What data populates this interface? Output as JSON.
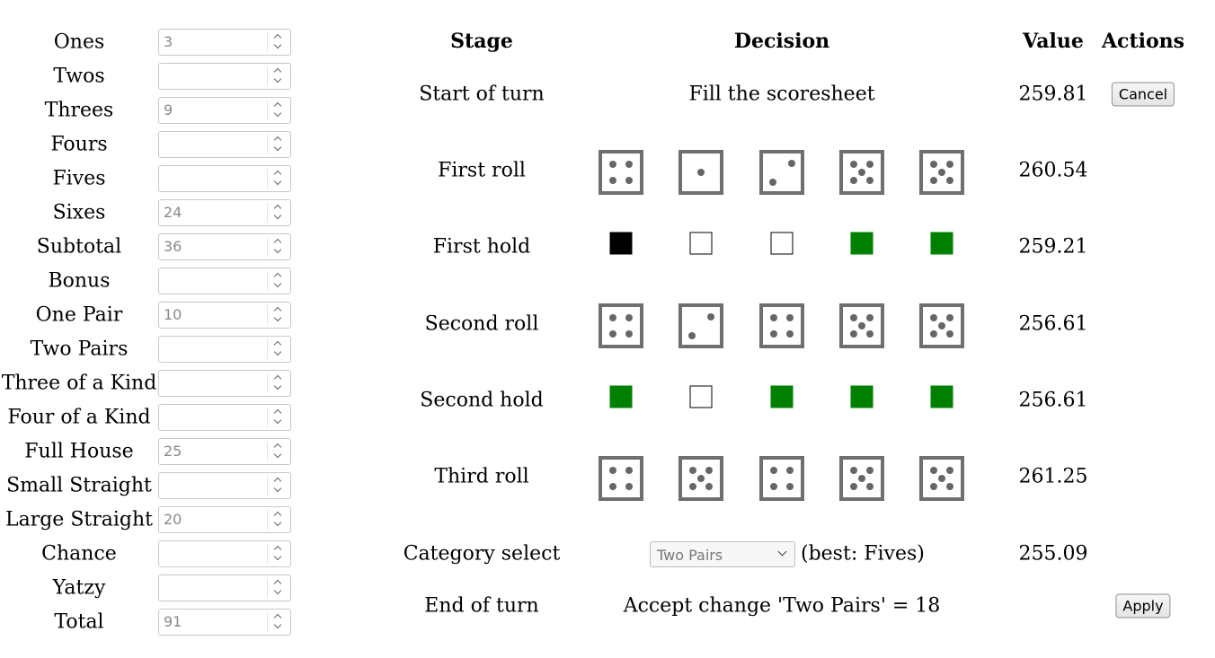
{
  "scoresheet": [
    {
      "label": "Ones",
      "value": "3"
    },
    {
      "label": "Twos",
      "value": ""
    },
    {
      "label": "Threes",
      "value": "9"
    },
    {
      "label": "Fours",
      "value": ""
    },
    {
      "label": "Fives",
      "value": ""
    },
    {
      "label": "Sixes",
      "value": "24"
    },
    {
      "label": "Subtotal",
      "value": "36"
    },
    {
      "label": "Bonus",
      "value": ""
    },
    {
      "label": "One Pair",
      "value": "10"
    },
    {
      "label": "Two Pairs",
      "value": ""
    },
    {
      "label": "Three of a Kind",
      "value": ""
    },
    {
      "label": "Four of a Kind",
      "value": ""
    },
    {
      "label": "Full House",
      "value": "25"
    },
    {
      "label": "Small Straight",
      "value": ""
    },
    {
      "label": "Large Straight",
      "value": "20"
    },
    {
      "label": "Chance",
      "value": ""
    },
    {
      "label": "Yatzy",
      "value": ""
    },
    {
      "label": "Total",
      "value": "91"
    }
  ],
  "table": {
    "headers": {
      "stage": "Stage",
      "decision": "Decision",
      "value": "Value",
      "actions": "Actions"
    },
    "rows": {
      "start": {
        "stage": "Start of turn",
        "decision": "Fill the scoresheet",
        "value": "259.81",
        "action": "Cancel"
      },
      "first_roll": {
        "stage": "First roll",
        "dice": [
          4,
          1,
          2,
          5,
          5
        ],
        "value": "260.54"
      },
      "first_hold": {
        "stage": "First hold",
        "holds": [
          "black",
          "free",
          "free",
          "held",
          "held"
        ],
        "value": "259.21"
      },
      "second_roll": {
        "stage": "Second roll",
        "dice": [
          4,
          2,
          4,
          5,
          5
        ],
        "value": "256.61"
      },
      "second_hold": {
        "stage": "Second hold",
        "holds": [
          "held",
          "free",
          "held",
          "held",
          "held"
        ],
        "value": "256.61"
      },
      "third_roll": {
        "stage": "Third roll",
        "dice": [
          4,
          5,
          4,
          5,
          5
        ],
        "value": "261.25"
      },
      "category": {
        "stage": "Category select",
        "selected": "Two Pairs",
        "best": "(best: Fives)",
        "value": "255.09"
      },
      "end": {
        "stage": "End of turn",
        "decision": "Accept change 'Two Pairs' = 18",
        "action": "Apply"
      }
    }
  },
  "colors": {
    "held": "#008000",
    "die_border": "#6f6f6f",
    "pip": "#666666"
  }
}
